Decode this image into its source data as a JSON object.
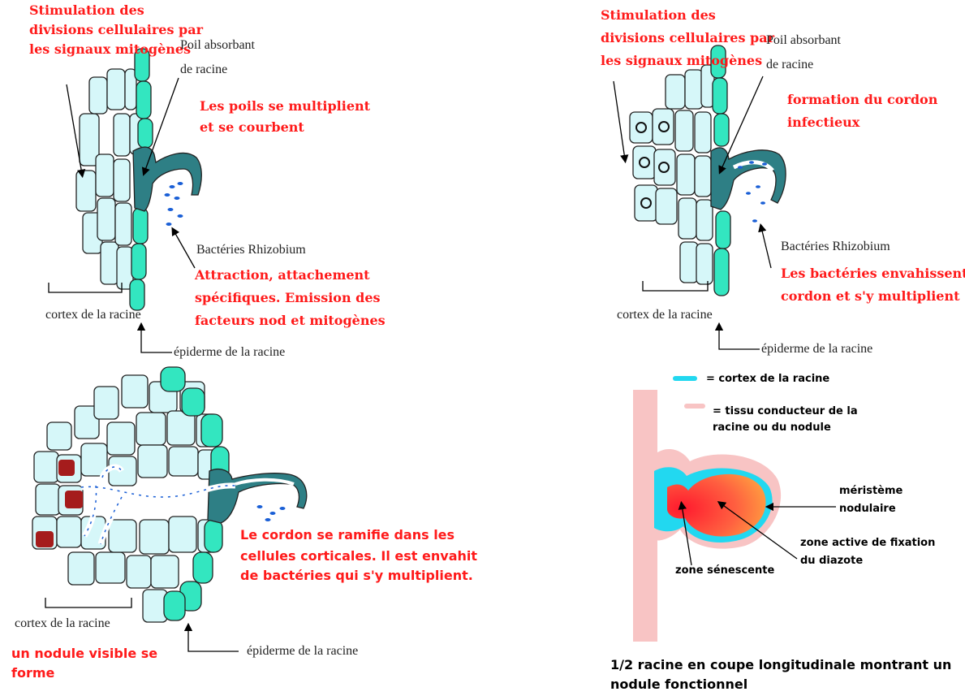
{
  "panels": {
    "top_left": {
      "stimulation": [
        "Stimulation des",
        "divisions cellulaires par",
        "les signaux  mitogènes"
      ],
      "poil": [
        "Poil absorbant",
        "de racine"
      ],
      "poils_multiplient": [
        "Les poils se multiplient",
        "et se courbent"
      ],
      "bacteries": "Bactéries Rhizobium",
      "attraction": [
        "Attraction, attachement",
        "spécifiques. Emission des",
        "facteurs nod et mitogènes"
      ],
      "cortex": "cortex de la racine",
      "epiderme": "épiderme de la racine"
    },
    "top_right": {
      "stimulation": [
        "Stimulation des",
        "divisions cellulaires par",
        "les signaux  mitogènes"
      ],
      "poil": [
        "Poil absorbant",
        "de racine"
      ],
      "formation": [
        "formation du cordon",
        "infectieux"
      ],
      "bacteries": "Bactéries Rhizobium",
      "envahissent": [
        "Les bactéries envahissent le",
        "cordon et s'y multiplient"
      ],
      "cortex": "cortex de la racine",
      "epiderme": "épiderme de la racine"
    },
    "bottom_left": {
      "ramifie": [
        "Le cordon se ramifie dans les",
        "cellules corticales. Il est envahit",
        "de bactéries qui s'y multiplient."
      ],
      "cortex": "cortex de la racine",
      "nodule": [
        "un nodule visible se",
        "forme"
      ],
      "epiderme": "épiderme de la racine"
    },
    "bottom_right": {
      "legend_cortex": "= cortex  de la racine",
      "legend_tissu": [
        "= tissu conducteur de la",
        "racine ou du nodule"
      ],
      "meristeme": [
        "méristème",
        "nodulaire"
      ],
      "zone_active": [
        "zone active de fixation",
        "du diazote"
      ],
      "zone_senescente": "zone sénescente",
      "caption": [
        "1/2 racine en coupe longitudinale montrant un",
        "nodule fonctionnel"
      ]
    }
  },
  "colors": {
    "label_red": "#ff1a1a",
    "cortex_cell": "#d6f7f9",
    "epidermis": "#33e6c0",
    "root_hair": "#2e7f85",
    "bacteria": "#1a5fd6",
    "legend_cortex": "#22d8f0",
    "legend_tissu": "#f8c4c4",
    "nodule_gradient": [
      "#ff1a2e",
      "#ffb040"
    ]
  }
}
